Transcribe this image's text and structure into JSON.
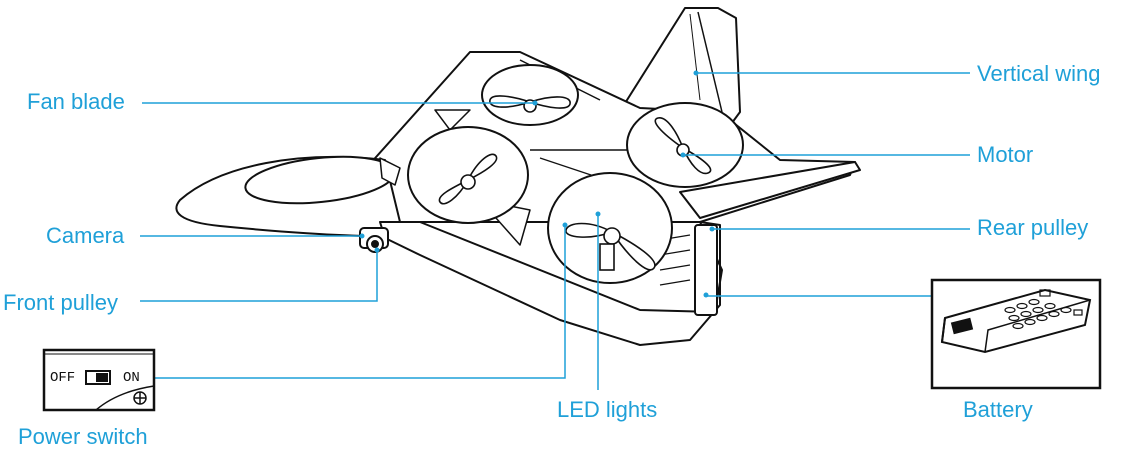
{
  "colors": {
    "label": "#1fa0d8",
    "leader": "#1fa0d8",
    "ink": "#111111"
  },
  "labels": {
    "fan_blade": "Fan blade",
    "camera": "Camera",
    "front_pulley": "Front pulley",
    "power_switch": "Power switch",
    "vertical_wing": "Vertical wing",
    "motor": "Motor",
    "rear_pulley": "Rear pulley",
    "led_lights": "LED lights",
    "battery": "Battery"
  },
  "switch": {
    "off": "OFF",
    "on": "ON"
  }
}
